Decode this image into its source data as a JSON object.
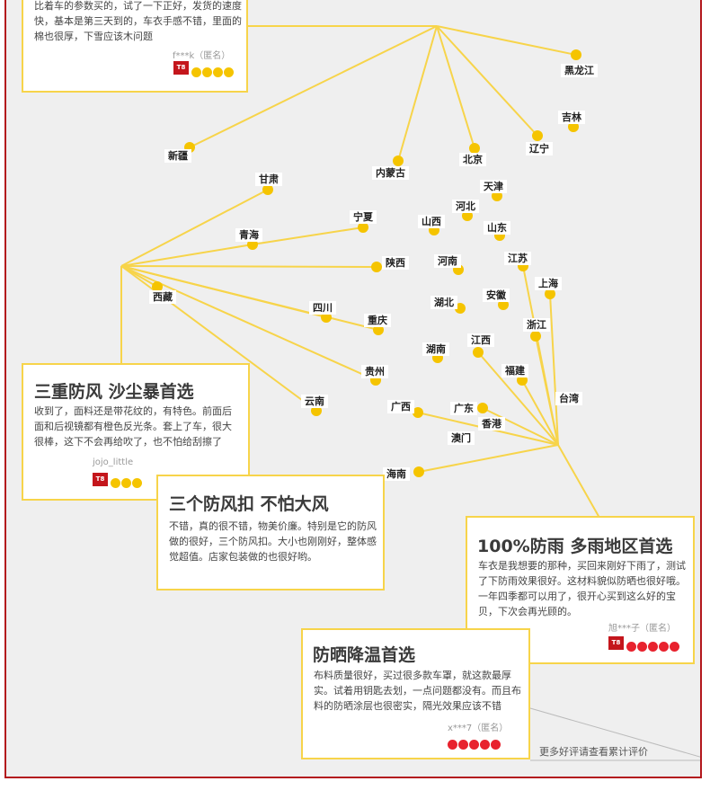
{
  "provinces": {
    "heilongjiang": "黑龙江",
    "jilin": "吉林",
    "liaoning": "辽宁",
    "beijing": "北京",
    "neimenggu": "内蒙古",
    "xinjiang": "新疆",
    "gansu": "甘肃",
    "ningxia": "宁夏",
    "qinghai": "青海",
    "shanxi": "山西",
    "hebei": "河北",
    "tianjin": "天津",
    "shandong": "山东",
    "shaanxi": "陕西",
    "henan": "河南",
    "jiangsu": "江苏",
    "shanghai": "上海",
    "xizang": "西藏",
    "sichuan": "四川",
    "chongqing": "重庆",
    "hubei": "湖北",
    "anhui": "安徽",
    "zhejiang": "浙江",
    "hunan": "湖南",
    "jiangxi": "江西",
    "fujian": "福建",
    "guizhou": "贵州",
    "yunnan": "云南",
    "guangxi": "广西",
    "guangdong": "广东",
    "xianggang": "香港",
    "taiwan": "台湾",
    "aomen": "澳门",
    "hainan": "海南"
  },
  "reviews": {
    "top": {
      "text": "比着车的参数买的，试了一下正好，发货的速度快，基本是第三天到的，车衣手感不错，里面的棉也很厚，下雪应该木问题",
      "user": "f***k（匿名）",
      "badge": "T8",
      "rating": 4
    },
    "sand": {
      "title": "三重防风 沙尘暴首选",
      "text": "收到了，面料还是带花纹的，有特色。前面后面和后视镜都有橙色反光条。套上了车，很大很棒，这下不会再给吹了，也不怕给刮擦了",
      "user": "jojo_little",
      "badge": "T8",
      "rating": 3
    },
    "wind": {
      "title": "三个防风扣 不怕大风",
      "text": "不错，真的很不错，物美价廉。特别是它的防风做的很好，三个防风扣。大小也刚刚好，整体感觉超值。店家包装做的也很好哟。"
    },
    "rain": {
      "title": "100%防雨 多雨地区首选",
      "text": "车衣是我想要的那种，买回来刚好下雨了，测试了下防雨效果很好。这材料貌似防晒也很好哦。一年四季都可以用了，很开心买到这么好的宝贝，下次会再光顾的。",
      "user": "旭***子（匿名）",
      "badge": "T8",
      "rating": 5
    },
    "sun": {
      "title": "防晒降温首选",
      "text": "布料质量很好，买过很多款车罩，就这款最厚实。试着用钥匙去划，一点问题都没有。而且布料的防晒涂层也很密实，隔光效果应该不错",
      "user": "x***7（匿名）",
      "rating": 5
    }
  },
  "more_link": "更多好评请查看累计评价",
  "colors": {
    "frame": "#b3181d",
    "line": "#f7d44a",
    "dot": "#f5c400",
    "heart": "#e8222e",
    "badge": "#c4161c"
  }
}
